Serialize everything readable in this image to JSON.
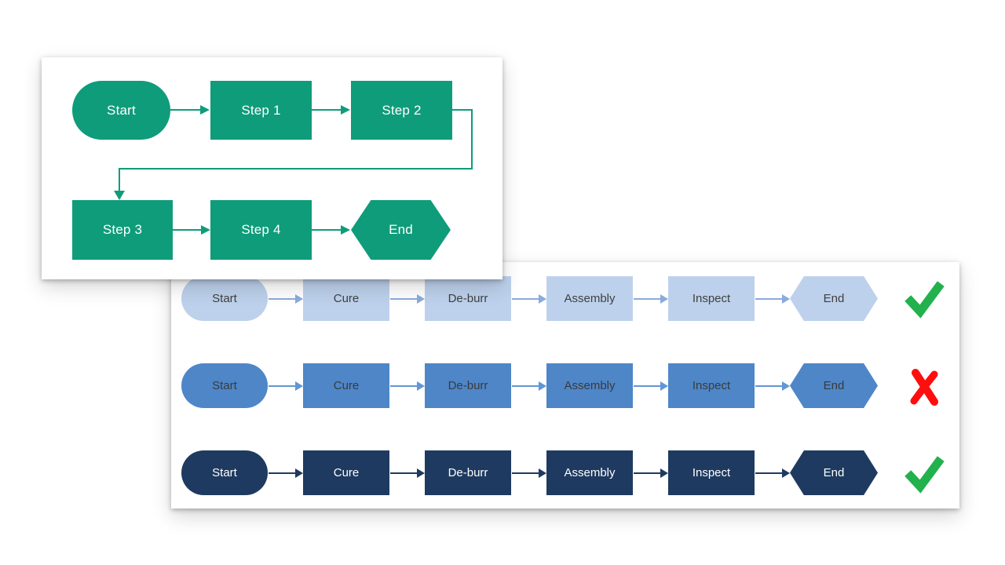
{
  "panel_a": {
    "name": "green-flowchart",
    "shape_color": "#0F9C7A",
    "text_color": "#FFFFFF",
    "nodes": [
      {
        "id": "start",
        "shape": "stadium",
        "label": "Start"
      },
      {
        "id": "step1",
        "shape": "rectangle",
        "label": "Step 1"
      },
      {
        "id": "step2",
        "shape": "rectangle",
        "label": "Step 2"
      },
      {
        "id": "step3",
        "shape": "rectangle",
        "label": "Step 3"
      },
      {
        "id": "step4",
        "shape": "rectangle",
        "label": "Step 4"
      },
      {
        "id": "end",
        "shape": "hexagon",
        "label": "End"
      }
    ],
    "connections": [
      "Start->Step 1",
      "Step 1->Step 2",
      "Step 2->Step 3 (elbow)",
      "Step 3->Step 4",
      "Step 4->End"
    ]
  },
  "panel_b": {
    "name": "process-row-comparison",
    "rows": [
      {
        "theme": "light-blue",
        "fill": "#BDD1EC",
        "arrow_color": "#8AABDE",
        "text_color": "#3F3F3F",
        "result_icon": "check-icon",
        "result_color": "#22B14C",
        "nodes": [
          {
            "shape": "stadium",
            "label": "Start"
          },
          {
            "shape": "rectangle",
            "label": "Cure"
          },
          {
            "shape": "rectangle",
            "label": "De-burr"
          },
          {
            "shape": "rectangle",
            "label": "Assembly"
          },
          {
            "shape": "rectangle",
            "label": "Inspect"
          },
          {
            "shape": "hexagon",
            "label": "End"
          }
        ]
      },
      {
        "theme": "medium-blue",
        "fill": "#4E86C8",
        "arrow_color": "#6296D6",
        "text_color": "#3A3A3A",
        "result_icon": "x-icon",
        "result_color": "#FF0E0E",
        "nodes": [
          {
            "shape": "stadium",
            "label": "Start"
          },
          {
            "shape": "rectangle",
            "label": "Cure"
          },
          {
            "shape": "rectangle",
            "label": "De-burr"
          },
          {
            "shape": "rectangle",
            "label": "Assembly"
          },
          {
            "shape": "rectangle",
            "label": "Inspect"
          },
          {
            "shape": "hexagon",
            "label": "End"
          }
        ]
      },
      {
        "theme": "dark-navy",
        "fill": "#1E3A60",
        "arrow_color": "#1E3A60",
        "text_color": "#FFFFFF",
        "result_icon": "check-icon",
        "result_color": "#22B14C",
        "nodes": [
          {
            "shape": "stadium",
            "label": "Start"
          },
          {
            "shape": "rectangle",
            "label": "Cure"
          },
          {
            "shape": "rectangle",
            "label": "De-burr"
          },
          {
            "shape": "rectangle",
            "label": "Assembly"
          },
          {
            "shape": "rectangle",
            "label": "Inspect"
          },
          {
            "shape": "hexagon",
            "label": "End"
          }
        ]
      }
    ]
  }
}
